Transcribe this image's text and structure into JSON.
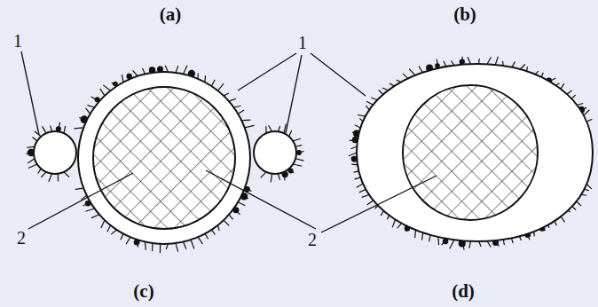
{
  "diagram": {
    "labels": [
      "(a)",
      "(b)",
      "1",
      "1",
      "2",
      "2",
      "(c)",
      "(d)"
    ]
  }
}
